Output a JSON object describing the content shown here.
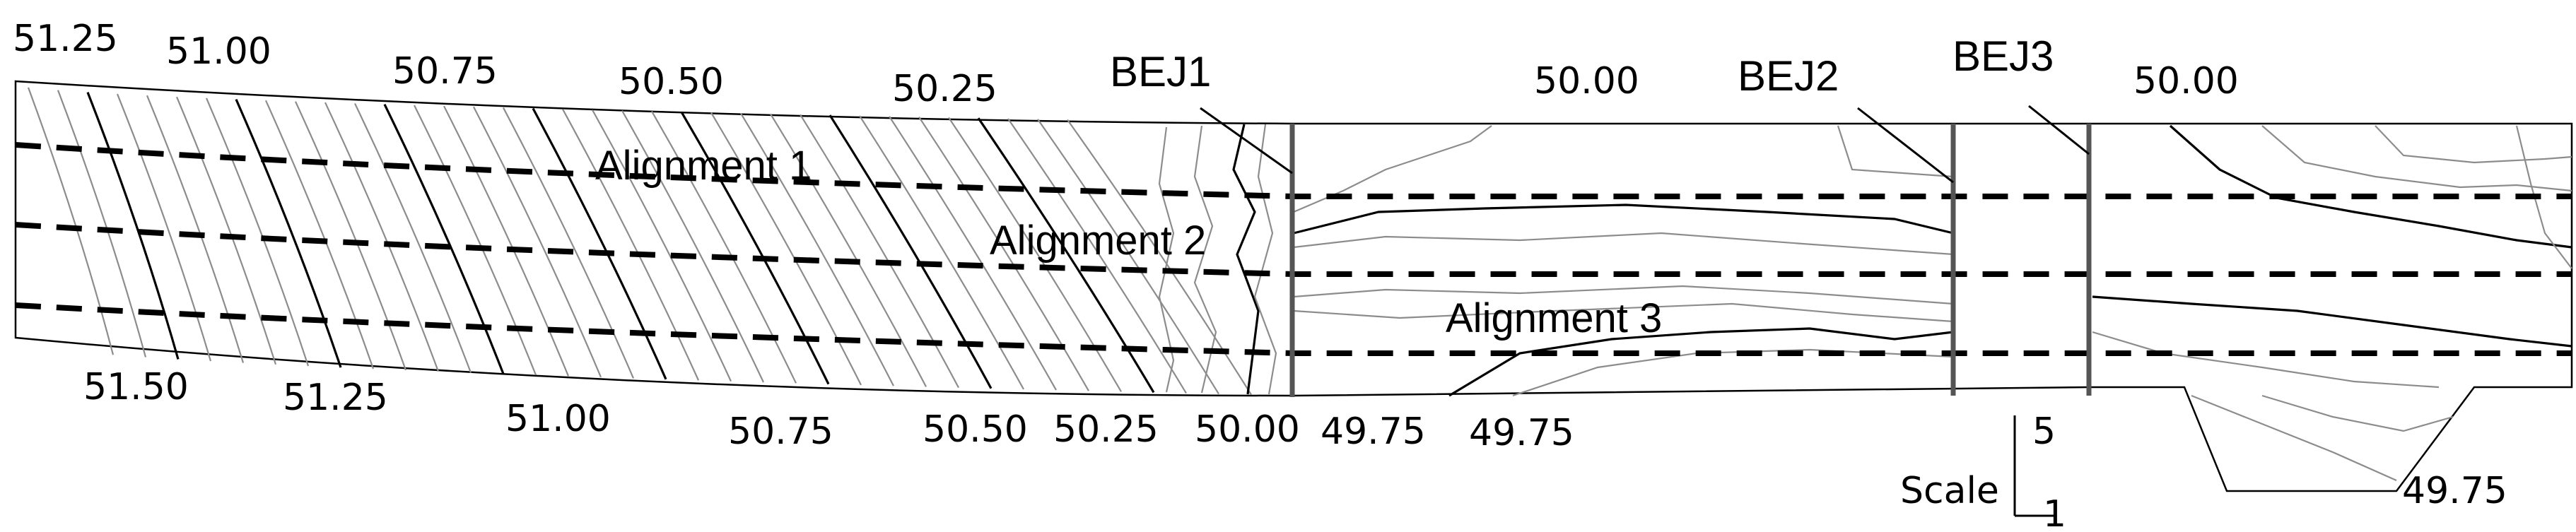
{
  "top_elevations": [
    "51.25",
    "51.00",
    "50.75",
    "50.50",
    "50.25",
    "50.00",
    "50.00"
  ],
  "bottom_elevations": [
    "51.50",
    "51.25",
    "51.00",
    "50.75",
    "50.50",
    "50.25",
    "50.00",
    "49.75",
    "49.75",
    "49.75"
  ],
  "alignments": [
    "Alignment 1",
    "Alignment 2",
    "Alignment 3"
  ],
  "joints": [
    "BEJ1",
    "BEJ2",
    "BEJ3"
  ],
  "scale": {
    "label": "Scale",
    "vertical": "5",
    "horizontal": "1"
  },
  "colors": {
    "contour_minor": "#8c8c8c",
    "contour_major": "#000000",
    "alignment": "#000000"
  }
}
